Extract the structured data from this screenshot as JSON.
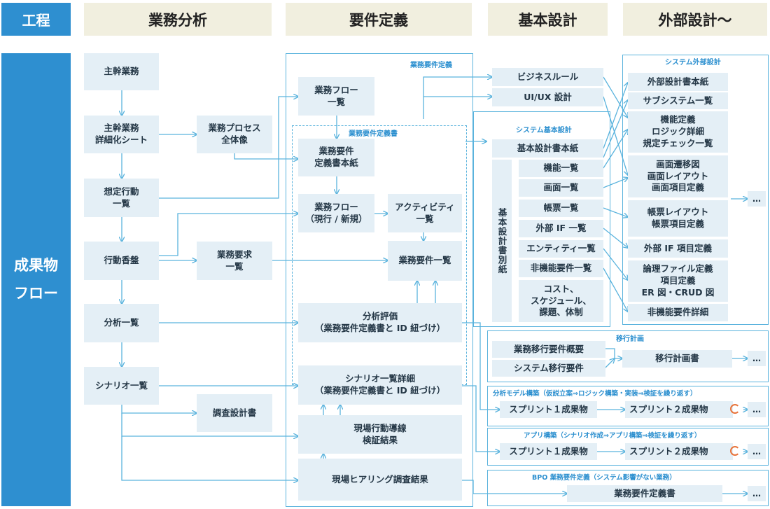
{
  "headers": {
    "process": "工程",
    "phase1": "業務分析",
    "phase2": "要件定義",
    "phase3": "基本設計",
    "phase4": "外部設計〜"
  },
  "side_label": "成果物\nフロー",
  "groups": {
    "business_req": "業務要件定義",
    "business_req_doc": "業務要件定義書",
    "system_basic": "システム基本設計",
    "system_external": "システム外部設計",
    "migration": "移行計画",
    "analysis_model": "分析モデル構築（仮説立案⇒ロジック構築・実装⇒検証を繰り返す）",
    "app_build": "アプリ構築（シナリオ作成⇒アプリ構築⇒検証を繰り返す）",
    "bpo": "BPO 業務要件定義（システム影響がない業務）"
  },
  "analysis": {
    "core": "主幹業務",
    "core_detail": "主幹業務\n詳細化シート",
    "expected_actions": "想定行動\n一覧",
    "action_board": "行動香盤",
    "analysis_list": "分析一覧",
    "scenario_list": "シナリオ一覧",
    "process_overview": "業務プロセス\n全体像",
    "requirements_list": "業務要求\n一覧",
    "survey_design": "調査設計書"
  },
  "req": {
    "flow_list": "業務フロー\n一覧",
    "req_doc_cover": "業務要件\n定義書本紙",
    "flow_current_new": "業務フロー\n（現行 / 新規）",
    "activity": "アクティビティ\n一覧",
    "req_list": "業務要件一覧",
    "analysis_eval": "分析評価\n（業務要件定義書と ID 紐づけ）",
    "scenario_detail": "シナリオ一覧詳細\n（業務要件定義書と ID 紐づけ）",
    "field_action": "現場行動導線\n検証結果",
    "field_hearing": "現場ヒアリング調査結果",
    "business_rule": "ビジネスルール",
    "uiux": "UI/UX 設計"
  },
  "basic": {
    "cover": "基本設計書本紙",
    "appendix": "基本設計書別紙",
    "function_list": "機能一覧",
    "screen_list": "画面一覧",
    "form_list": "帳票一覧",
    "external_if": "外部 IF 一覧",
    "entity_list": "エンティティ一覧",
    "nonfunc_list": "非機能要件一覧",
    "cost": "コスト、\nスケジュール、\n課題、体制"
  },
  "external": {
    "cover": "外部設計書本紙",
    "subsystem": "サブシステム一覧",
    "function_def": "機能定義\nロジック詳細\n規定チェック一覧",
    "screen_def": "画面遷移図\n画面レイアウト\n画面項目定義",
    "form_def": "帳票レイアウト\n帳票項目定義",
    "if_def": "外部 IF 項目定義",
    "logical_file": "論理ファイル定義\n項目定義\nER 図・CRUD 図",
    "nonfunc_detail": "非機能要件詳細",
    "ellipsis": "…"
  },
  "migration": {
    "business_migration": "業務移行要件概要",
    "system_migration": "システム移行要件",
    "plan": "移行計画書",
    "ellipsis": "…"
  },
  "sprints": {
    "sprint1": "スプリント１成果物",
    "sprint2": "スプリント２成果物",
    "sprint1_app": "スプリント１成果物",
    "sprint2_app": "スプリント２成果物",
    "ellipsis1": "…",
    "ellipsis2": "…"
  },
  "bpo": {
    "doc": "業務要件定義書",
    "ellipsis": "…"
  },
  "colors": {
    "accent": "#2e8fd0",
    "line": "#5ab3dd",
    "box": "#e4eff6",
    "header": "#f1efdf",
    "cycle": "#e8743b"
  }
}
